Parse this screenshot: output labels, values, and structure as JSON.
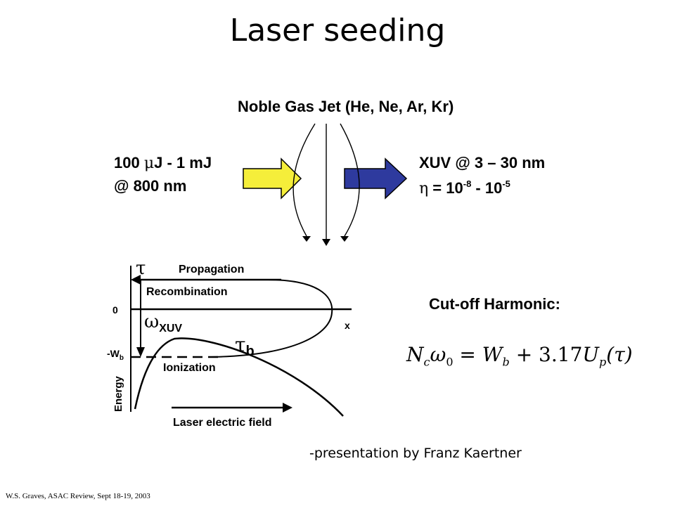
{
  "slide": {
    "title": "Laser seeding",
    "gas_jet": "Noble Gas Jet (He, Ne, Ar, Kr)",
    "input_line1_value": "100 ",
    "input_line1_mu": "μ",
    "input_line1_unit": "J -  1 mJ",
    "input_line2": "@ 800 nm",
    "output_line1": "XUV @ 3 – 30 nm",
    "eta_symbol": "η",
    "eta_eq": " = 10",
    "eta_exp1": "-8",
    "eta_mid": "  -  10",
    "eta_exp2": "-5",
    "cutoff_label": "Cut-off Harmonic:",
    "formula": {
      "N": "N",
      "c_sub": "c",
      "omega": "ω",
      "zero_sub": "0",
      "eq": " = ",
      "W": "W",
      "b_sub": "b",
      "plus": " + 3.17",
      "U": "U",
      "p_sub": "p",
      "tau": "(τ)"
    },
    "credit": "-presentation by Franz Kaertner",
    "footer": "W.S. Graves, ASAC Review, Sept 18-19, 2003"
  },
  "diagram": {
    "tau": "τ",
    "propagation": "Propagation",
    "recombination": "Recombination",
    "zero": "0",
    "omega": "ω",
    "xuv_sub": "XUV",
    "x_axis": "x",
    "tau_b": "τ",
    "tau_b_sub": "b",
    "wb_prefix": "-W",
    "wb_sub": "b",
    "ionization": "Ionization",
    "energy": "Energy",
    "laser_field": "Laser electric field"
  },
  "colors": {
    "input_arrow": "#f5ee3a",
    "output_arrow": "#2e3a9e",
    "outline": "#000000"
  }
}
